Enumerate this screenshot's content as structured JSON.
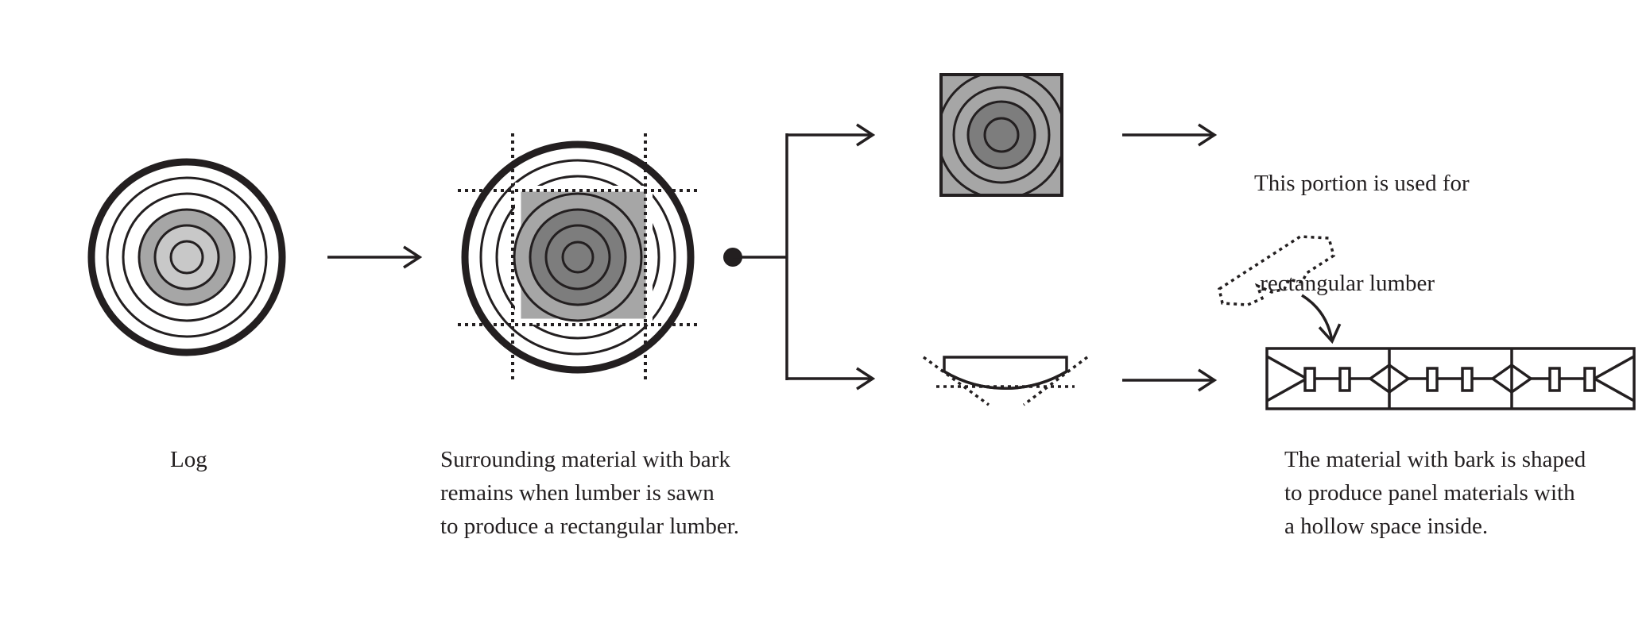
{
  "labels": {
    "log": "Log",
    "surrounding": [
      "Surrounding material with bark",
      "remains when lumber is sawn",
      "to produce a rectangular lumber."
    ],
    "portion": [
      "This portion is used for",
      " rectangular lumber"
    ],
    "shaped": [
      "The material with bark is shaped",
      "to produce panel materials with",
      "a hollow space inside."
    ]
  },
  "colors": {
    "ink": "#231f20",
    "core_light": "#c8c8c8",
    "ring_mid": "#a6a6a6",
    "core_dark": "#7d7d7d",
    "background": "#ffffff"
  }
}
